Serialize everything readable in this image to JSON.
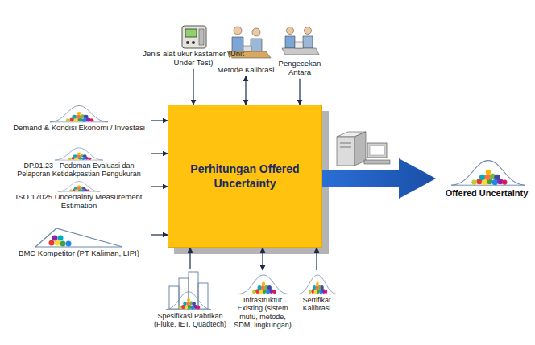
{
  "diagram": {
    "nodes": [
      {
        "text": [
          "Jenis alat ukur kastamer (Unit Under Test)"
        ]
      },
      {
        "text": [
          "Metode Kalibrasi"
        ]
      },
      {
        "text": [
          "Pengecekan Antara"
        ]
      },
      {
        "text": [
          "Demand & Kondisi Ekonomi / Investasi"
        ]
      },
      {
        "text": [
          "DP.01.23 - Pedoman Evaluasi dan Pelaporan Ketidakpastian Pengukuran"
        ]
      },
      {
        "text": [
          "ISO 17025 Uncertainty Measurement Estimation"
        ]
      },
      {
        "text": [
          "BMC Kompetitor (PT Kaliman, LIPI)"
        ]
      },
      {
        "text": [
          "Perhitungan Offered Uncertainty"
        ]
      },
      {
        "text": [
          "Spesifikasi Pabrikan (Fluke, IET, Quadtech)"
        ]
      },
      {
        "text": [
          "Infrastruktur Existing (sistem mutu, metode, SDM, lingkungan)"
        ]
      },
      {
        "text": [
          "Sertifikat Kalibrasi"
        ]
      },
      {
        "text": [
          "Offered Uncertainty"
        ]
      }
    ],
    "edges": [
      {
        "from": 0,
        "to": 7,
        "arrow": "to"
      },
      {
        "from": 1,
        "to": 7,
        "arrow": "both"
      },
      {
        "from": 2,
        "to": 7,
        "arrow": "to"
      },
      {
        "from": 3,
        "to": 7,
        "arrow": "to"
      },
      {
        "from": 4,
        "to": 7,
        "arrow": "to"
      },
      {
        "from": 5,
        "to": 7,
        "arrow": "to"
      },
      {
        "from": 6,
        "to": 7,
        "arrow": "to"
      },
      {
        "from": 8,
        "to": 7,
        "arrow": "to"
      },
      {
        "from": 9,
        "to": 7,
        "arrow": "both"
      },
      {
        "from": 10,
        "to": 7,
        "arrow": "to"
      },
      {
        "from": 7,
        "to": 11,
        "arrow": "to"
      }
    ]
  }
}
